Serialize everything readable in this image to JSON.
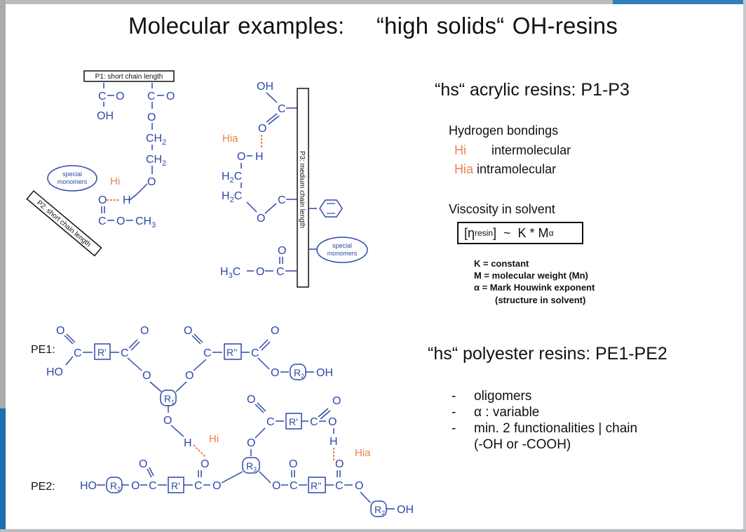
{
  "title": {
    "part1": "Molecular examples:",
    "part2": "“high solids“ OH-resins"
  },
  "acrylic": {
    "heading": "“hs“ acrylic resins: P1-P3",
    "hydrogen_heading": "Hydrogen bondings",
    "hi_label": "Hi",
    "hi_text": "intermolecular",
    "hia_label": "Hia",
    "hia_text": "intramolecular",
    "viscosity_heading": "Viscosity in solvent",
    "formula": {
      "left": "[η",
      "sub": "resin",
      "right": "]  ~  K * M",
      "sup": "α"
    },
    "legend": [
      "K  =  constant",
      "M  =  molecular weight (Mn)",
      "α  =  Mark Houwink exponent",
      "(structure in solvent)"
    ]
  },
  "polyester": {
    "heading": "“hs“ polyester resins: PE1-PE2",
    "bullets": [
      {
        "dash": "-",
        "text": "oligomers"
      },
      {
        "dash": "-",
        "text": "α :  variable"
      },
      {
        "dash": "-",
        "text": "min. 2 functionalities | chain"
      },
      {
        "dash": "",
        "text": "(-OH or -COOH)"
      }
    ]
  },
  "structures": {
    "p1_label": "P1: short chain length",
    "p2_label": "P2: short chain length",
    "p3_label": "P3: medium chain length",
    "special_monomers_1": [
      "special",
      "monomers"
    ],
    "special_monomers_2": [
      "special",
      "monomers"
    ],
    "pe1_label": "PE1:",
    "pe2_label": "PE2:",
    "hi": "Hi",
    "hia": "Hia",
    "atoms": {
      "O": "O",
      "C": "C",
      "H": "H",
      "OH": "OH",
      "HO": "HO",
      "CH2": "CH",
      "CH3": "CH",
      "H2C": "H",
      "H3C": "H",
      "R1": "R",
      "R2": "R",
      "R3": "R",
      "Rp": "R'",
      "Rpp": "R''",
      "sub1": "1",
      "sub2": "2",
      "sub3": "3"
    }
  },
  "colors": {
    "structure": "#2e49a8",
    "hbond": "#ef7f4a",
    "text": "#111111",
    "accent": "#2f80b9"
  }
}
